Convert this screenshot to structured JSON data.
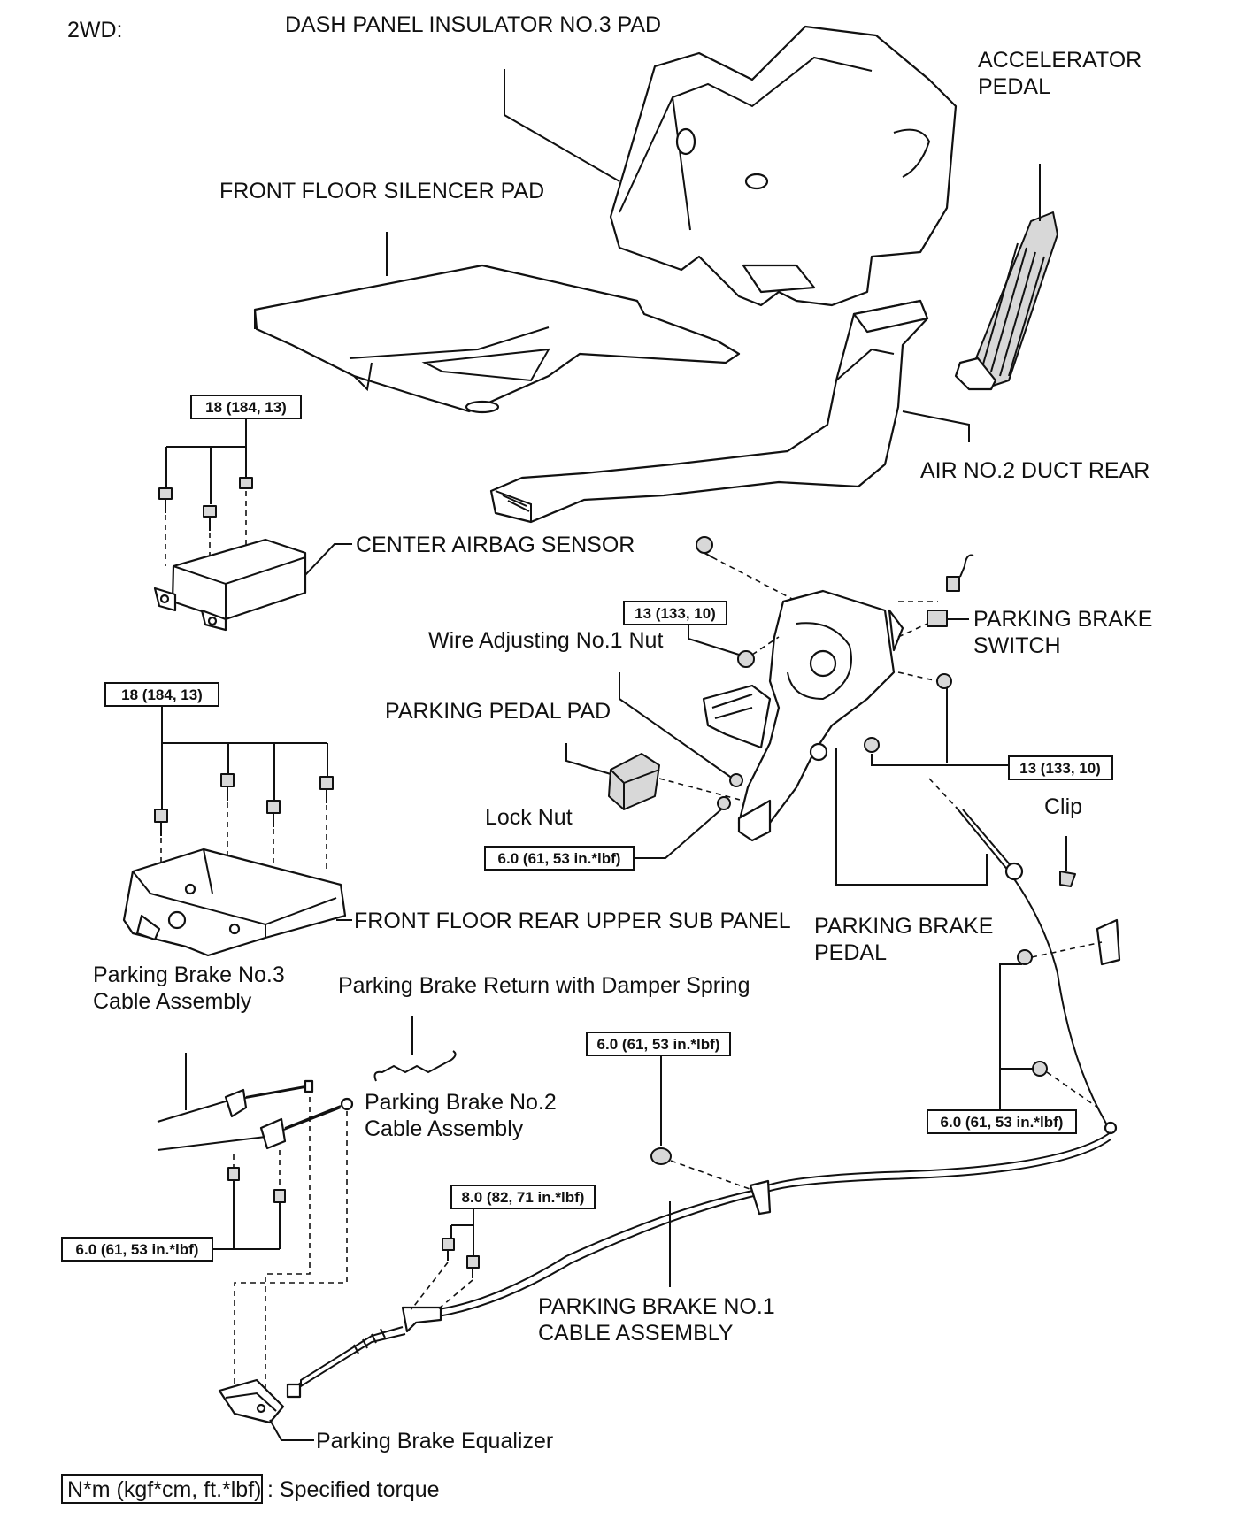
{
  "header": {
    "variant": "2WD:"
  },
  "labels": {
    "dash_panel_insulator": "DASH PANEL INSULATOR NO.3 PAD",
    "accelerator_pedal_1": "ACCELERATOR",
    "accelerator_pedal_2": "PEDAL",
    "front_floor_silencer": "FRONT FLOOR SILENCER PAD",
    "air_duct": "AIR NO.2 DUCT REAR",
    "center_airbag_sensor": "CENTER AIRBAG SENSOR",
    "parking_brake_switch_1": "PARKING BRAKE",
    "parking_brake_switch_2": "SWITCH",
    "wire_adjusting_nut": "Wire Adjusting No.1 Nut",
    "parking_pedal_pad": "PARKING PEDAL PAD",
    "lock_nut": "Lock Nut",
    "clip": "Clip",
    "front_floor_rear_panel": "FRONT FLOOR REAR UPPER SUB PANEL",
    "parking_brake_pedal_1": "PARKING BRAKE",
    "parking_brake_pedal_2": "PEDAL",
    "no3_cable_1": "Parking Brake No.3",
    "no3_cable_2": "Cable Assembly",
    "return_spring": "Parking Brake Return with Damper Spring",
    "no2_cable_1": "Parking Brake No.2",
    "no2_cable_2": "Cable Assembly",
    "no1_cable_1": "PARKING BRAKE NO.1",
    "no1_cable_2": "CABLE ASSEMBLY",
    "equalizer": "Parking Brake Equalizer"
  },
  "torques": {
    "airbag_sensor": "18 (184, 13)",
    "floor_panel": "18 (184, 13)",
    "pedal_upper": "13 (133, 10)",
    "pedal_right": "13 (133, 10)",
    "lock_nut": "6.0 (61, 53 in.*lbf)",
    "no1_cable_clamp": "6.0 (61, 53 in.*lbf)",
    "cable_bracket": "6.0 (61, 53 in.*lbf)",
    "no2_cable_bolts": "6.0 (61, 53 in.*lbf)",
    "no1_cable_rear": "8.0 (82, 71 in.*lbf)"
  },
  "legend": {
    "unit": "N*m (kgf*cm, ft.*lbf)",
    "description": ": Specified torque"
  }
}
